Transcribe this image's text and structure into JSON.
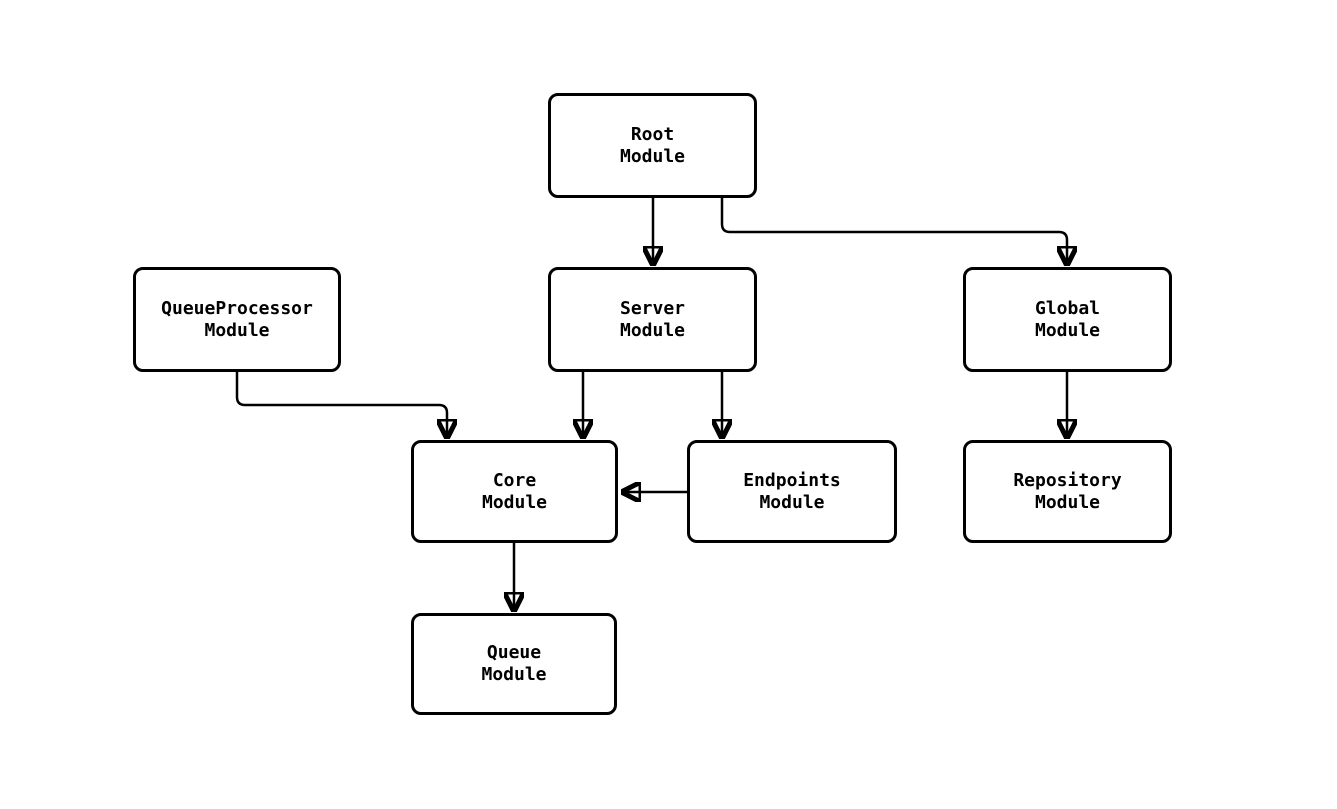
{
  "diagram": {
    "type": "module-dependency-flowchart",
    "colors": {
      "background": "#ffffff",
      "node_fill": "#ffffff",
      "node_border": "#000000",
      "edge_stroke": "#000000",
      "text": "#000000"
    },
    "nodes": [
      {
        "id": "root",
        "label": "Root\nModule"
      },
      {
        "id": "queueprocessor",
        "label": "QueueProcessor\nModule"
      },
      {
        "id": "server",
        "label": "Server\nModule"
      },
      {
        "id": "global",
        "label": "Global\nModule"
      },
      {
        "id": "core",
        "label": "Core\nModule"
      },
      {
        "id": "endpoints",
        "label": "Endpoints\nModule"
      },
      {
        "id": "repository",
        "label": "Repository\nModule"
      },
      {
        "id": "queue",
        "label": "Queue\nModule"
      }
    ],
    "edges": [
      {
        "from": "Root Module",
        "to": "Server Module"
      },
      {
        "from": "Root Module",
        "to": "Global Module"
      },
      {
        "from": "QueueProcessor Module",
        "to": "Core Module"
      },
      {
        "from": "Server Module",
        "to": "Core Module"
      },
      {
        "from": "Server Module",
        "to": "Endpoints Module"
      },
      {
        "from": "Global Module",
        "to": "Repository Module"
      },
      {
        "from": "Endpoints Module",
        "to": "Core Module"
      },
      {
        "from": "Core Module",
        "to": "Queue Module"
      }
    ]
  }
}
